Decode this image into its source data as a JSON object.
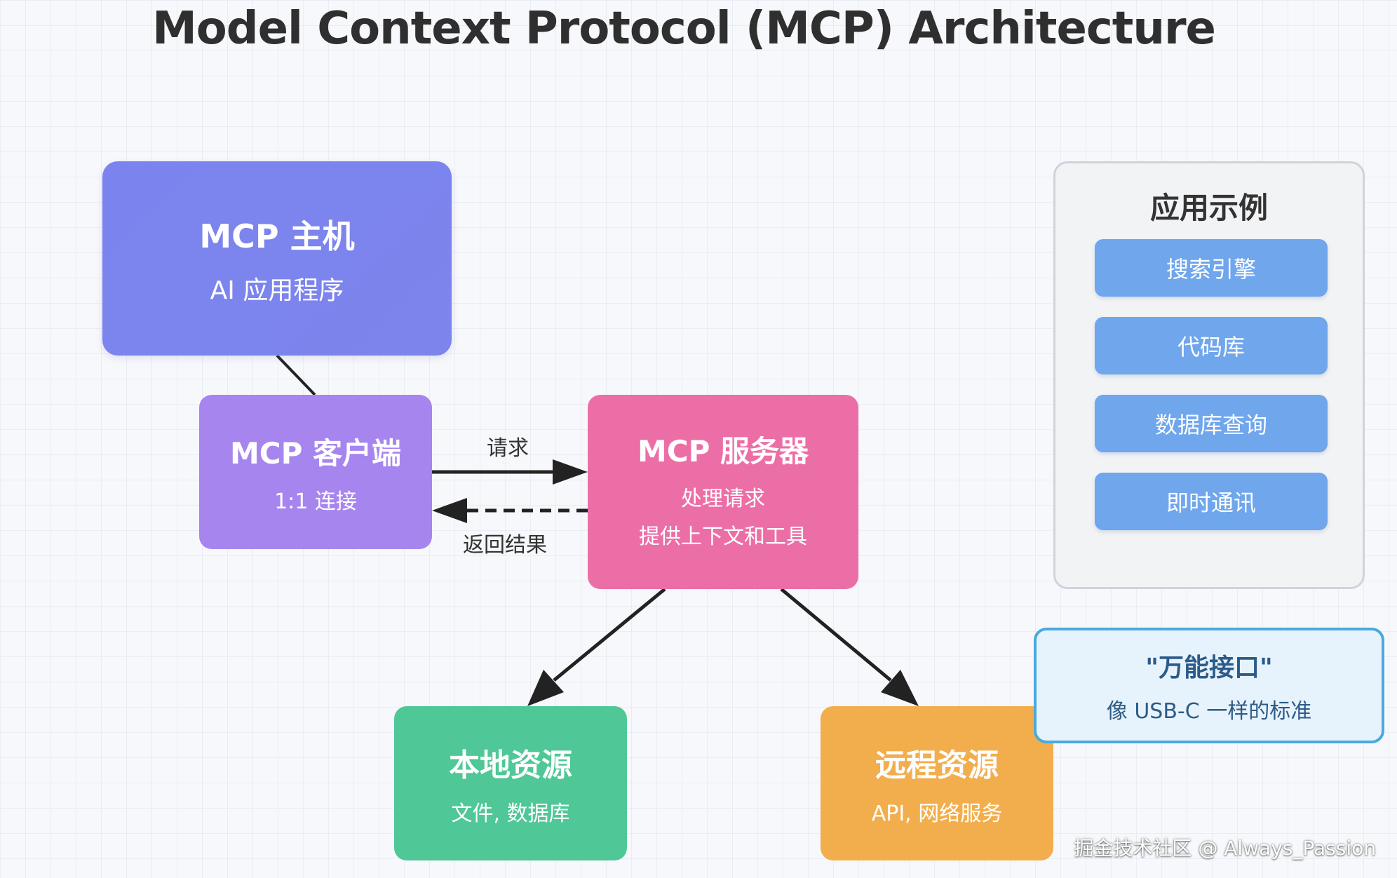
{
  "title": "Model Context Protocol (MCP) Architecture",
  "host": {
    "title": "MCP 主机",
    "subtitle": "AI 应用程序"
  },
  "client": {
    "title": "MCP 客户端",
    "subtitle": "1:1 连接"
  },
  "server": {
    "title": "MCP 服务器",
    "line1": "处理请求",
    "line2": "提供上下文和工具"
  },
  "edges": {
    "request": "请求",
    "response": "返回结果"
  },
  "local": {
    "title": "本地资源",
    "subtitle": "文件, 数据库"
  },
  "remote": {
    "title": "远程资源",
    "subtitle": "API, 网络服务"
  },
  "examples": {
    "title": "应用示例",
    "items": [
      "搜索引擎",
      "代码库",
      "数据库查询",
      "即时通讯"
    ]
  },
  "universal": {
    "title": "\"万能接口\"",
    "subtitle": "像 USB-C 一样的标准"
  },
  "watermark": "掘金技术社区 @ Always_Passion",
  "colors": {
    "host": "#7b83ee",
    "client": "#a785ef",
    "server": "#ec6ea6",
    "local": "#4fc797",
    "remote": "#f2ae4c",
    "example_item": "#6fa6ec",
    "universal_border": "#4aa9df"
  }
}
